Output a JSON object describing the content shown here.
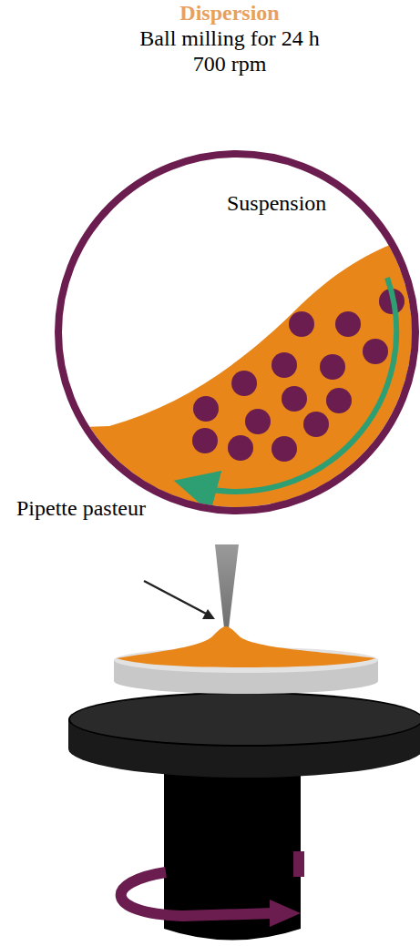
{
  "diagram": {
    "title": "Dispersion",
    "nodes": [
      {
        "text": [
          "Suspension"
        ]
      }
    ],
    "labels": [
      "Ball milling for 24 h",
      "700 rpm",
      "Pipette pasteur"
    ]
  }
}
